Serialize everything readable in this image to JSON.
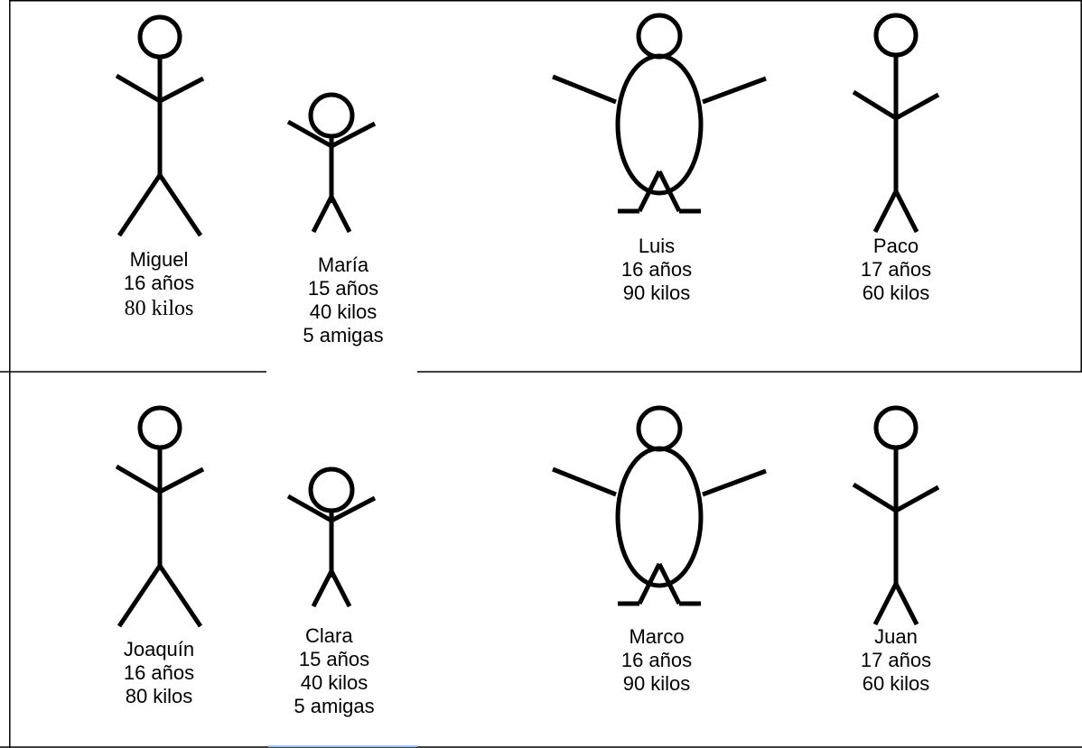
{
  "people": [
    {
      "name": "Miguel",
      "age": "16 años",
      "weight": "80 kilos",
      "extra": null,
      "build": "tall"
    },
    {
      "name": "María",
      "age": "15 años",
      "weight": "40 kilos",
      "extra": "5 amigas",
      "build": "small"
    },
    {
      "name": "Luis",
      "age": "16 años",
      "weight": "90 kilos",
      "extra": null,
      "build": "large"
    },
    {
      "name": "Paco",
      "age": "17 años",
      "weight": "60 kilos",
      "extra": null,
      "build": "thin"
    },
    {
      "name": "Joaquín",
      "age": "16 años",
      "weight": "80 kilos",
      "extra": null,
      "build": "tall"
    },
    {
      "name": "Clara",
      "age": "15 años",
      "weight": "40 kilos",
      "extra": "5 amigas",
      "build": "small"
    },
    {
      "name": "Marco",
      "age": "16 años",
      "weight": "90 kilos",
      "extra": null,
      "build": "large"
    },
    {
      "name": "Juan",
      "age": "17 años",
      "weight": "60 kilos",
      "extra": null,
      "build": "thin"
    }
  ],
  "colors": {
    "stroke": "#000000",
    "underline_accent": "#a9c2ef"
  }
}
